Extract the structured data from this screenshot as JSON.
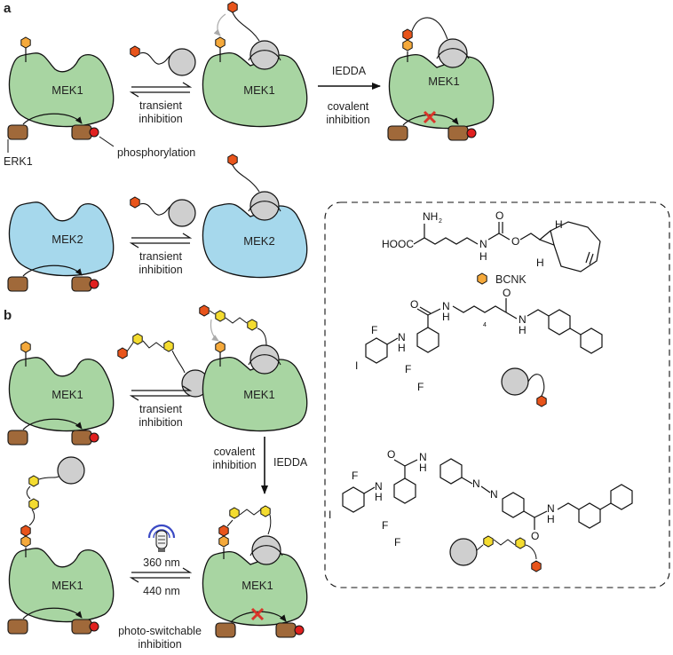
{
  "panels": {
    "a": {
      "label": "a",
      "mek1_label": "MEK1",
      "mek2_label": "MEK2",
      "erk_label": "ERK1",
      "phosphorylation_label": "phosphorylation",
      "transient_label_1": "transient",
      "transient_label_2": "inhibition",
      "iedda_label": "IEDDA",
      "covalent_label_1": "covalent",
      "covalent_label_2": "inhibition"
    },
    "b": {
      "label": "b",
      "mek1_label": "MEK1",
      "transient_label_1": "transient",
      "transient_label_2": "inhibition",
      "covalent_label_1": "covalent",
      "covalent_label_2": "inhibition",
      "iedda_label": "IEDDA",
      "wavelength_1": "360 nm",
      "wavelength_2": "440 nm",
      "photo_label_1": "photo-switchable",
      "photo_label_2": "inhibition"
    }
  },
  "inset": {
    "bcnk_label": "BCNK",
    "chem_text": {
      "nh2": "NH",
      "nh2_sub": "2",
      "hooc": "HOOC",
      "n": "N",
      "h": "H",
      "o": "O",
      "f": "F",
      "i": "I",
      "four": "4"
    }
  },
  "colors": {
    "mek1_fill": "#a8d5a2",
    "mek2_fill": "#a6d8ec",
    "erk_fill": "#a0693a",
    "phospho_fill": "#e0201f",
    "bcnk_fill": "#f5a93b",
    "tetrazine_fill": "#e8541b",
    "azo_fill": "#f4dc30",
    "inhibitor_fill": "#cfcfcf",
    "block_x": "#d9352a"
  }
}
